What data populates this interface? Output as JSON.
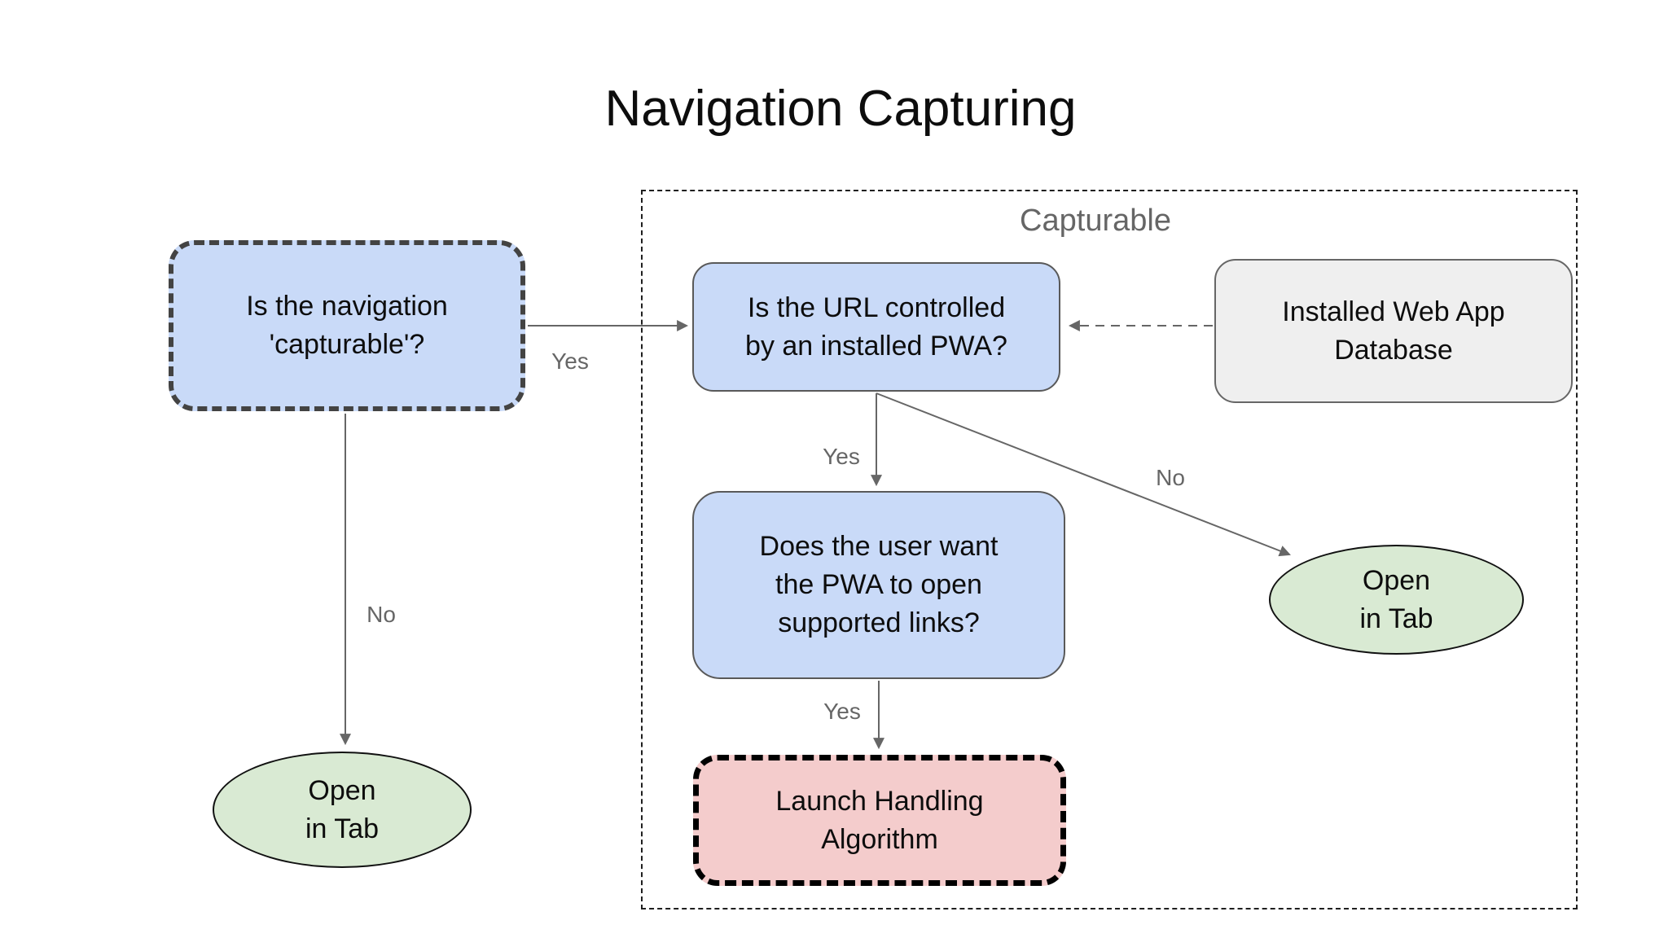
{
  "title": "Navigation Capturing",
  "group": {
    "label": "Capturable"
  },
  "nodes": {
    "is_navigation_capturable": {
      "label": "Is the navigation\n'capturable'?"
    },
    "is_url_controlled": {
      "label": "Is the URL controlled\nby an installed PWA?"
    },
    "installed_web_app_database": {
      "label": "Installed Web App\nDatabase"
    },
    "does_user_want": {
      "label": "Does the user want\nthe PWA to open\nsupported links?"
    },
    "launch_handling_algorithm": {
      "label": "Launch Handling\nAlgorithm"
    },
    "open_in_tab_left": {
      "label": "Open\nin Tab"
    },
    "open_in_tab_right": {
      "label": "Open\nin Tab"
    }
  },
  "edges": {
    "capturable_yes": {
      "label": "Yes"
    },
    "capturable_no": {
      "label": "No"
    },
    "url_controlled_yes": {
      "label": "Yes"
    },
    "url_controlled_no": {
      "label": "No"
    },
    "wants_links_yes": {
      "label": "Yes"
    }
  },
  "colors": {
    "question_fill": "#c9daf8",
    "database_fill": "#efefef",
    "terminal_fill": "#d9ead3",
    "launch_fill": "#f4cccc",
    "arrow": "#666666",
    "label_text": "#666666",
    "dashed_node_border": "#434343",
    "solid_node_border": "#595959",
    "group_border": "#1f1f1f"
  }
}
